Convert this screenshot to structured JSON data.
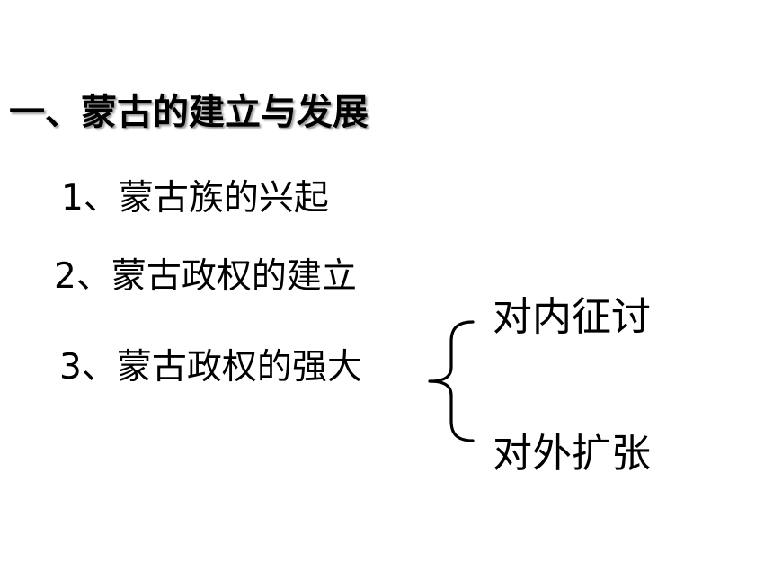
{
  "slide": {
    "title": "一、蒙古的建立与发展",
    "items": [
      {
        "label": "1、蒙古族的兴起"
      },
      {
        "label": "2、蒙古政权的建立"
      },
      {
        "label": "3、蒙古政权的强大"
      }
    ],
    "branches": [
      {
        "label": "对内征讨"
      },
      {
        "label": "对外扩张"
      }
    ],
    "colors": {
      "text": "#000000",
      "background": "#ffffff",
      "title_shadow": "#9a9a9a"
    }
  }
}
